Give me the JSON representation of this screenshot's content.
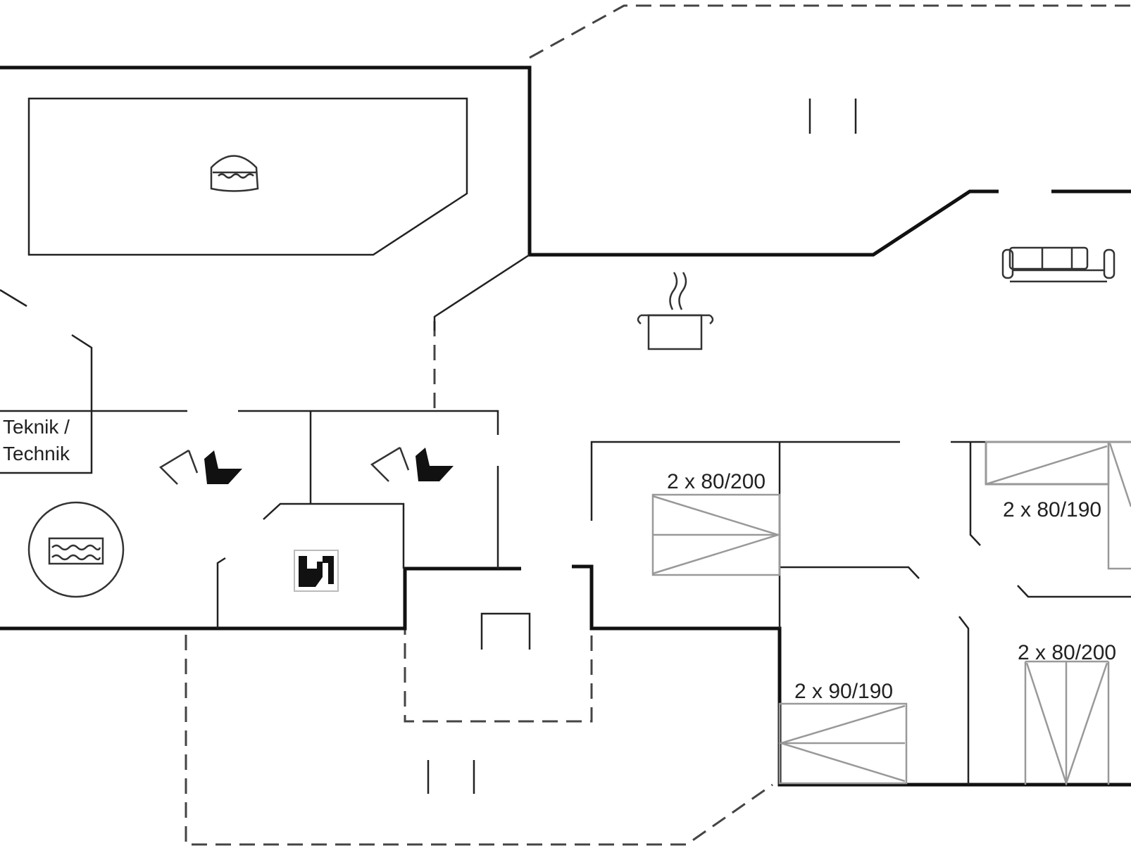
{
  "rooms": {
    "technik_label_1": "Teknik /",
    "technik_label_2": "Technik"
  },
  "beds": [
    {
      "label": "2 x 80/200"
    },
    {
      "label": "2 x 80/190"
    },
    {
      "label": "2 x 90/190"
    },
    {
      "label": "2 x 80/200"
    }
  ],
  "icons": [
    "hot-tub-icon",
    "sofa-icon",
    "cooking-pot-icon",
    "shower-icon",
    "spa-bath-icon",
    "toilet-icon",
    "sauna-icon"
  ]
}
